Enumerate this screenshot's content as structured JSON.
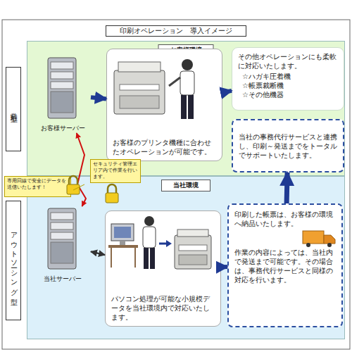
{
  "diagram": {
    "title": "印刷オペレーション　導入イメージ",
    "nodes": [
      {
        "text": [
          "印刷オペレーション　導入イメージ"
        ]
      },
      {
        "text": [
          "お客様環境"
        ]
      },
      {
        "text": [
          "当社環境"
        ]
      },
      {
        "text": [
          "常駐型"
        ]
      },
      {
        "text": [
          "アウトソーシング型"
        ]
      },
      {
        "text": [
          "お客様サーバー"
        ],
        "in": 1
      },
      {
        "text": [
          "お客様のプリンタ機種に合わせたオペレーションが可能です。"
        ],
        "in": 1
      },
      {
        "text": [
          "その他オペレーションにも柔軟に対応いたします。",
          "☆ハガキ圧着機",
          "☆帳票裁断機",
          "☆その他機器"
        ],
        "in": 1
      },
      {
        "text": [
          "当社の事務代行サービスと連携し、印刷～発送までをトータルでサポートいたします。"
        ],
        "in": 1
      },
      {
        "text": [
          "専用回線で安全にデータを送信いたします！"
        ]
      },
      {
        "text": [
          "セキュリティ管理エリア内で作業を行います。"
        ]
      },
      {
        "text": [
          "当社サーバー"
        ],
        "in": 2
      },
      {
        "text": [
          "パソコン処理が可能な小規模データを当社環境内で対応いたします。"
        ],
        "in": 2
      },
      {
        "text": [
          "印刷した帳票は、お客様の環境へ納品いたします。",
          "作業の内容によっては、当社内で発送まで可能です。その場合は、事務代行サービスと同様の対応を行います。"
        ],
        "in": 2
      }
    ],
    "edges": [
      {
        "from": 5,
        "to": 6,
        "arrow": "to"
      },
      {
        "from": 6,
        "to": 7,
        "arrow": "to"
      },
      {
        "from": 5,
        "to": 11,
        "arrow": "both"
      },
      {
        "from": 11,
        "to": 12,
        "arrow": "both"
      },
      {
        "from": 12,
        "to": 13,
        "arrow": "to"
      },
      {
        "from": 13,
        "to": 8,
        "arrow": "to"
      }
    ]
  }
}
